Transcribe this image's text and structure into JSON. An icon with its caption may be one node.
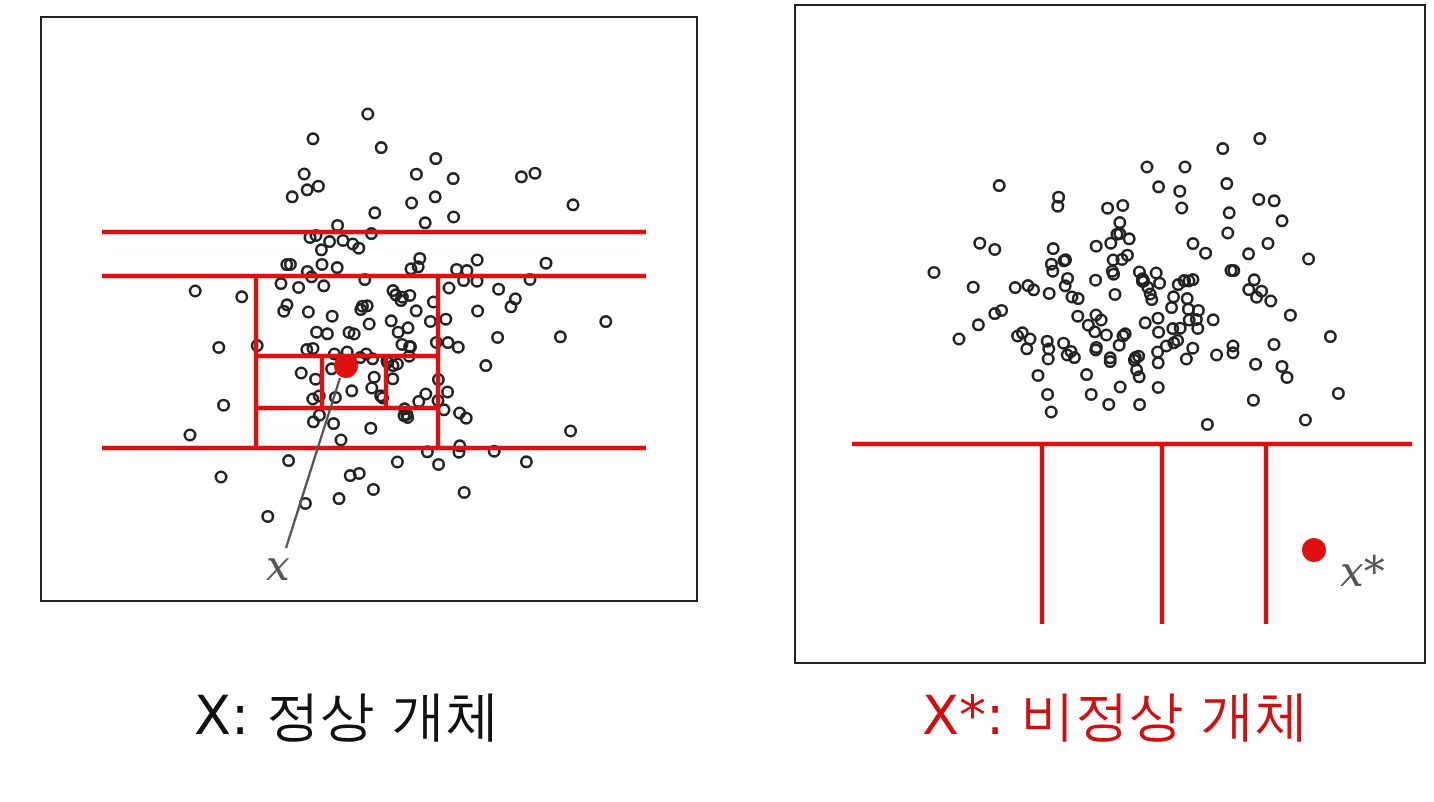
{
  "diagram": {
    "nodes": [
      {
        "text": [
          "x"
        ]
      },
      {
        "text": [],
        "shape": "circle"
      },
      {
        "text": [],
        "shape": "circle",
        "beside": [
          "x*"
        ]
      }
    ],
    "edges": [
      {
        "from": 0,
        "to": 1,
        "arrow": "none"
      }
    ],
    "labels": [
      "X: 정상 개체",
      "X*: 비정상 개체"
    ]
  }
}
